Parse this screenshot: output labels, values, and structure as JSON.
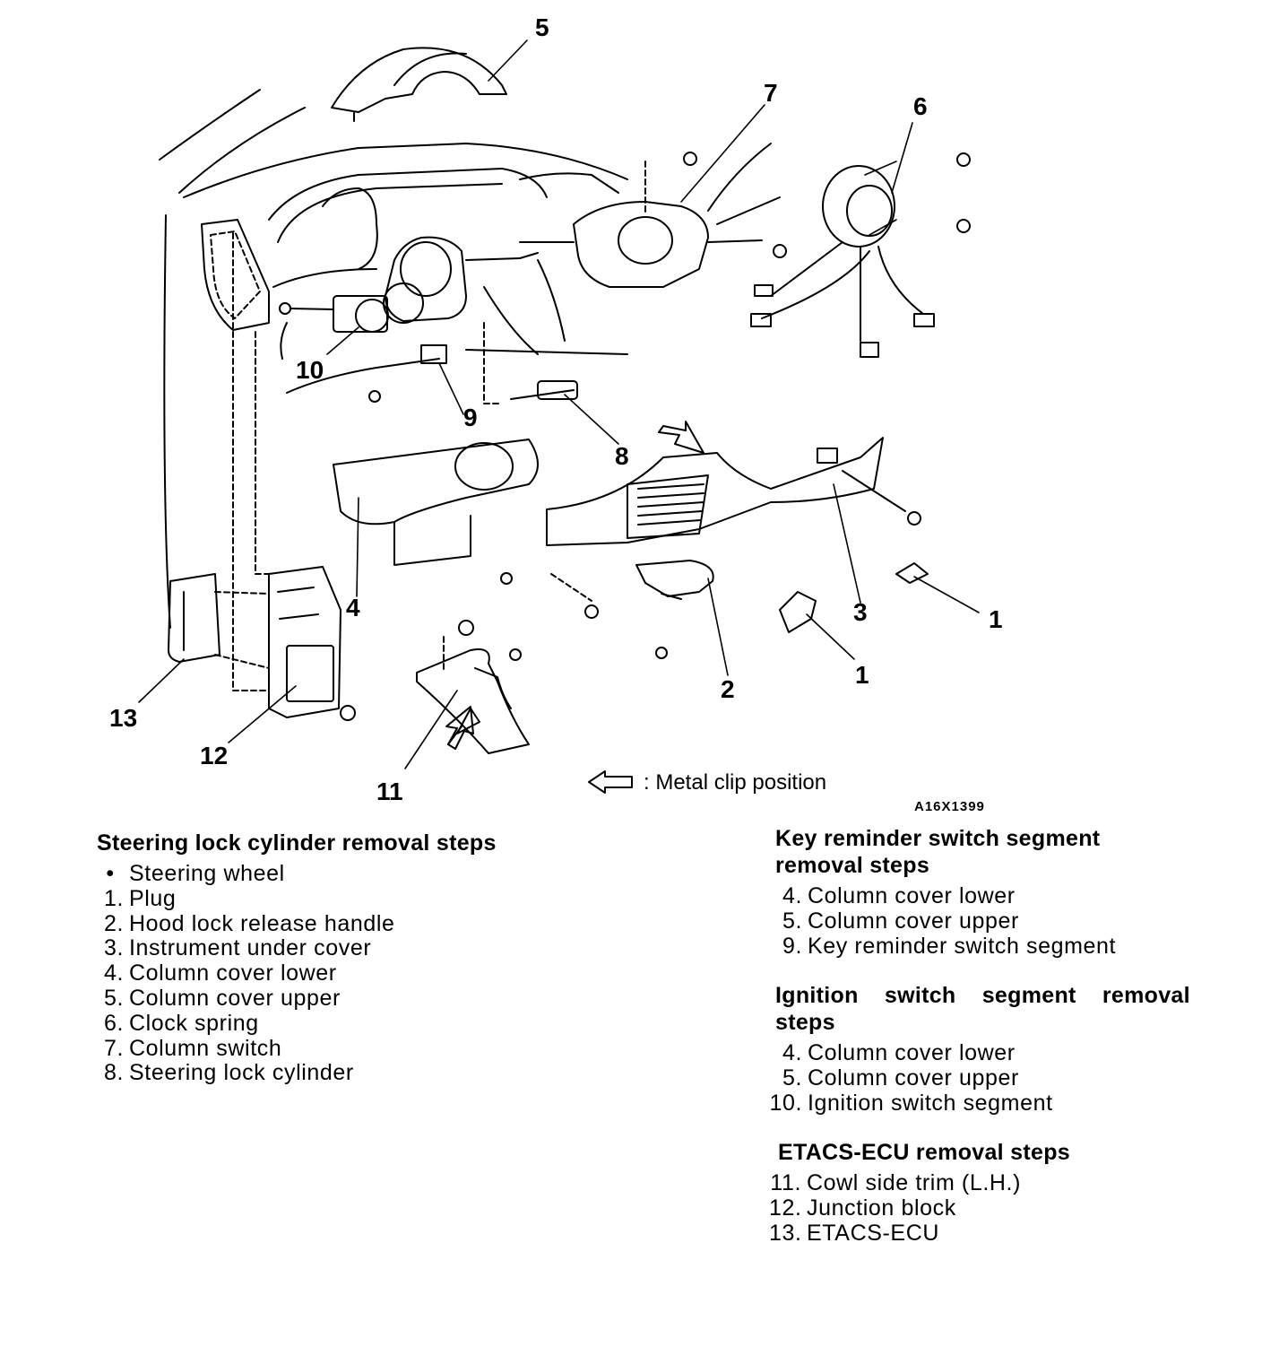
{
  "diagram": {
    "callouts": [
      "1",
      "2",
      "3",
      "4",
      "5",
      "6",
      "7",
      "8",
      "9",
      "10",
      "11",
      "12",
      "13"
    ],
    "legend_icon": "hollow-arrow-left-icon",
    "legend_text": ": Metal clip position",
    "figure_code": "A16X1399"
  },
  "sections": [
    {
      "title": "Steering lock cylinder removal steps",
      "items": [
        {
          "marker": "•",
          "label": "Steering wheel"
        },
        {
          "marker": "1.",
          "label": "Plug"
        },
        {
          "marker": "2.",
          "label": "Hood lock release handle"
        },
        {
          "marker": "3.",
          "label": "Instrument under cover"
        },
        {
          "marker": "4.",
          "label": "Column cover lower"
        },
        {
          "marker": "5.",
          "label": "Column cover upper"
        },
        {
          "marker": "6.",
          "label": "Clock spring"
        },
        {
          "marker": "7.",
          "label": "Column switch"
        },
        {
          "marker": "8.",
          "label": "Steering lock cylinder"
        }
      ]
    },
    {
      "title_line1": "Key reminder switch segment",
      "title_line2": "removal steps",
      "items": [
        {
          "marker": "4.",
          "label": "Column cover lower"
        },
        {
          "marker": "5.",
          "label": "Column cover upper"
        },
        {
          "marker": "9.",
          "label": "Key reminder switch segment"
        }
      ]
    },
    {
      "title_line1": "Ignition switch segment removal",
      "title_line2": "steps",
      "items": [
        {
          "marker": "4.",
          "label": "Column cover lower"
        },
        {
          "marker": "5.",
          "label": "Column cover upper"
        },
        {
          "marker": "10.",
          "label": "Ignition switch segment"
        }
      ]
    },
    {
      "title": "ETACS-ECU removal steps",
      "items": [
        {
          "marker": "11.",
          "label": "Cowl side trim (L.H.)"
        },
        {
          "marker": "12.",
          "label": "Junction block"
        },
        {
          "marker": "13.",
          "label": "ETACS-ECU"
        }
      ]
    }
  ]
}
